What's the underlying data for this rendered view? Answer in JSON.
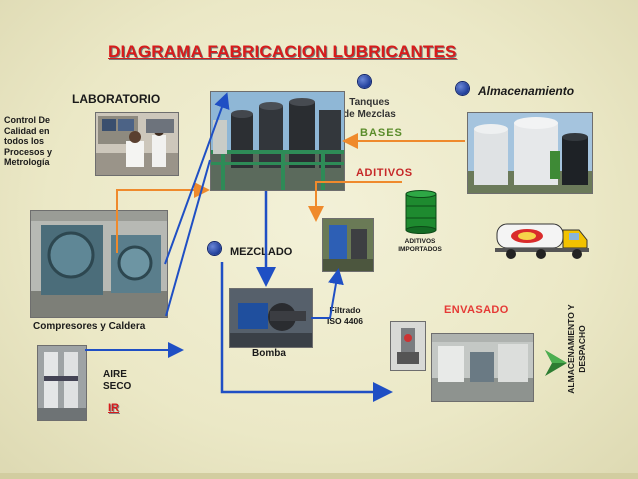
{
  "title": "DIAGRAMA FABRICACION LUBRICANTES",
  "labels": {
    "laboratorio": "LABORATORIO",
    "control_calidad": [
      "Control De",
      "Calidad en",
      "todos los",
      "Procesos y",
      "Metrología"
    ],
    "tanques": [
      "Tanques",
      "de Mezclas"
    ],
    "bases": "BASES",
    "almacenamiento": "Almacenamiento",
    "aditivos": "ADITIVOS",
    "aditivos_importados": [
      "ADITIVOS",
      "IMPORTADOS"
    ],
    "mezclado": "MEZCLADO",
    "compresores": "Compresores y Caldera",
    "filtrado": [
      "Filtrado",
      "ISO 4406"
    ],
    "bomba": "Bomba",
    "envasado": "ENVASADO",
    "almacenamiento_despacho": [
      "ALMACENAMIENTO Y",
      "DESPACHO"
    ],
    "aire_seco": [
      "AIRE",
      "SECO"
    ],
    "ir": "IR"
  },
  "colors": {
    "title": "#d81b1b",
    "bases": "#5a8c2a",
    "aditivos": "#c62828",
    "envasado": "#e53935",
    "arrow_blue": "#1f4fc4",
    "arrow_orange": "#ef8a2c",
    "bullet": "#1f3d99"
  }
}
